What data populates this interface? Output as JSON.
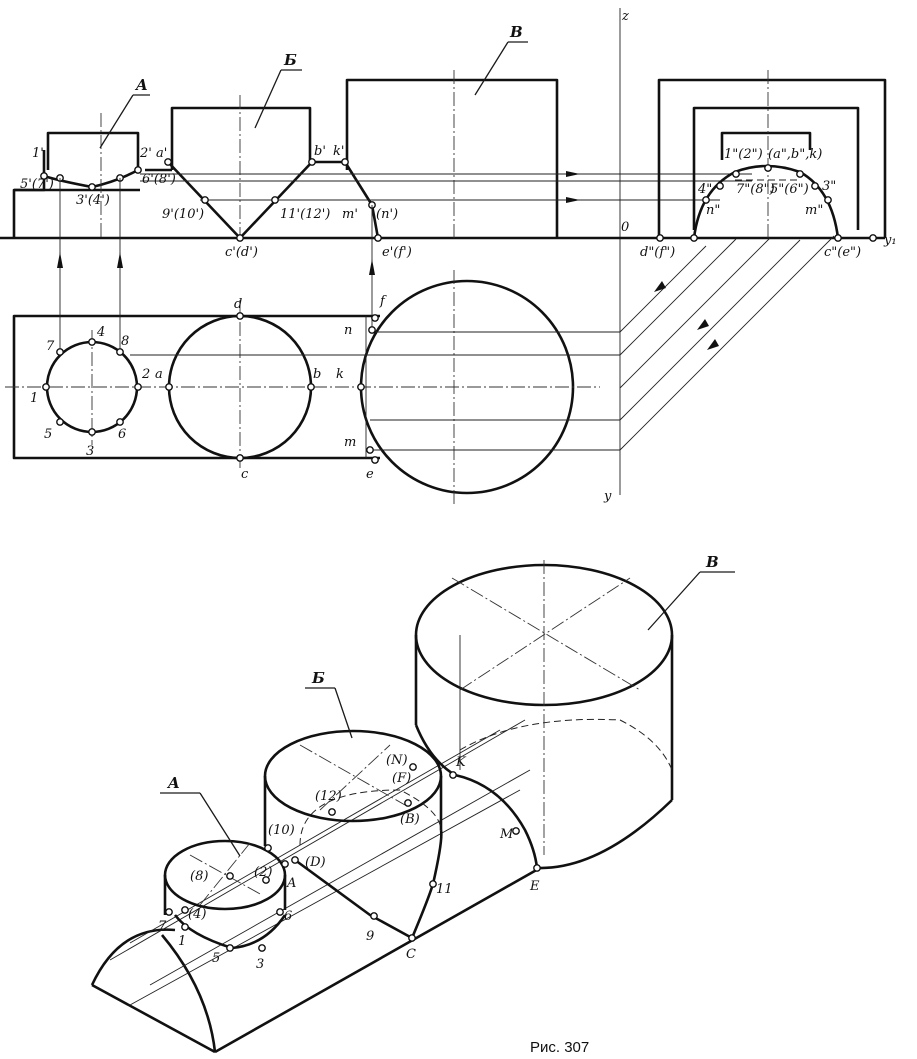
{
  "caption": "Рис. 307",
  "parts": {
    "a": "A",
    "b": "Б",
    "c": "B"
  },
  "axes": {
    "z": "z",
    "y": "y",
    "y1": "y₁",
    "origin": "0"
  },
  "front_labels": {
    "p1": "1'",
    "p2a": "2' a'",
    "p5": "5'(7')",
    "p3": "3'(4')",
    "p6": "6'(8')",
    "p9": "9'(10')",
    "pc": "c'(d')",
    "p11": "11'(12')",
    "pb": "b'",
    "pk": "k'",
    "pm": "m'",
    "pn": "(n')",
    "pe": "e'(f')"
  },
  "side_labels": {
    "s12": "1\"(2\")",
    "sabk": "(a\",b\",k)",
    "s4": "4\"",
    "s78": "7\"(8\")",
    "s56": "5\"(6\")",
    "s3": "3\"",
    "sn": "n\"",
    "sm": "m\"",
    "sd": "d\"(f\")",
    "sc": "c\"(e\")"
  },
  "top_labels": {
    "t1": "1",
    "t2": "2",
    "t3": "3",
    "t4": "4",
    "t5": "5",
    "t6": "6",
    "t7": "7",
    "t8": "8",
    "ta": "a",
    "tb": "b",
    "tc": "c",
    "td": "d",
    "tk": "k",
    "tn": "n",
    "tm": "m",
    "tf": "f",
    "te": "e"
  },
  "iso_labels": {
    "i8": "(8)",
    "i2": "(2)",
    "iA": "A",
    "iD": "(D)",
    "i10": "(10)",
    "i12": "(12)",
    "iN": "(N)",
    "iF": "(F)",
    "iB": "(B)",
    "iK": "K",
    "iM": "M",
    "iE": "E",
    "i11": "11",
    "iC": "C",
    "i9": "9",
    "i4": "(4)",
    "i7": "7",
    "i1": "1",
    "i5": "5",
    "i3": "3",
    "i6": "6"
  }
}
